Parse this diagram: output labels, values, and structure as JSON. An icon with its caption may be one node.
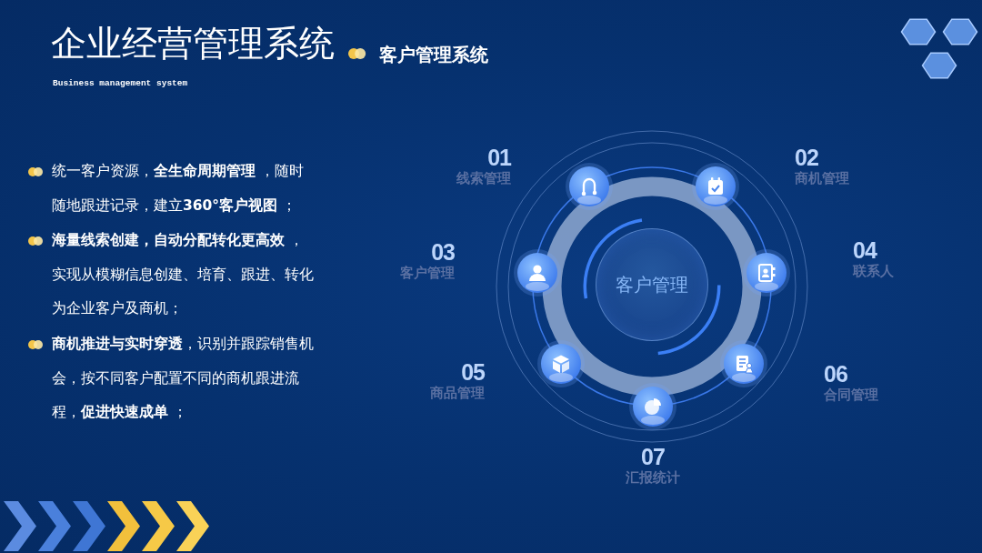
{
  "diagram": {
    "title": "企业经营管理系统",
    "nodes": [
      {
        "text": [
          "客户管理"
        ]
      }
    ],
    "labels": [
      "客户管理系统",
      "Business management system",
      "统一客户资源，**全生命周期管理** ，随时随地跟进记录，建立**360°客户视图** ；",
      "**海量线索创建，自动分配转化更高效** ，实现从模糊信息创建、培育、跟进、转化为企业客户及商机；",
      "**商机推进与实时穿透**，识别并跟踪销售机会，按不同客户配置不同的商机跟进流程，**促进快速成单** ；",
      "01",
      "线索管理",
      "02",
      "商机管理",
      "03",
      "客户管理",
      "04",
      "联系人",
      "05",
      "商品管理",
      "06",
      "合同管理",
      "07",
      "汇报统计"
    ]
  }
}
